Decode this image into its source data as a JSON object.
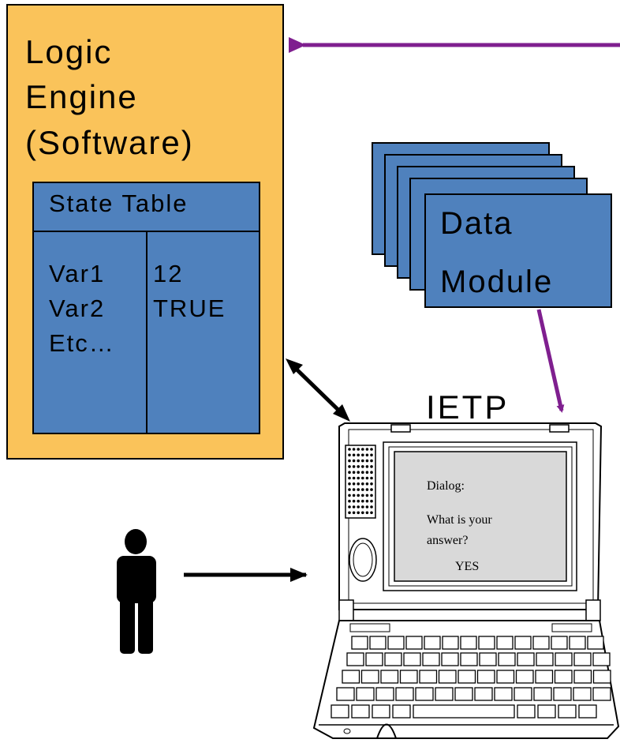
{
  "logic_engine": {
    "title_lines": [
      "Logic",
      "Engine",
      "(Software)"
    ],
    "fill": "#FAC35A"
  },
  "state_table": {
    "title": "State Table",
    "variables": [
      "Var1",
      "Var2",
      "Etc…"
    ],
    "values": [
      "12",
      "TRUE"
    ],
    "fill": "#4F81BD"
  },
  "data_module": {
    "label_lines": [
      "Data",
      "Module"
    ],
    "fill": "#4F81BD"
  },
  "ietp": {
    "label": "IETP",
    "screen": {
      "heading": "Dialog:",
      "question_lines": [
        "What is your",
        "answer?"
      ],
      "answer": "YES"
    }
  },
  "colors": {
    "arrow_purple": "#7F1F8F",
    "arrow_black": "#000000",
    "outline": "#000000"
  },
  "icons": {
    "user": "person-icon",
    "device": "laptop-icon"
  }
}
